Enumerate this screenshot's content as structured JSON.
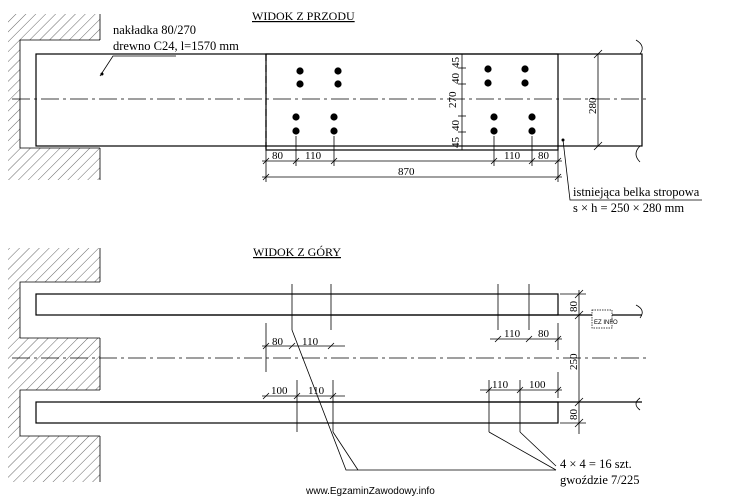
{
  "front_view": {
    "title": "WIDOK Z PRZODU",
    "overlay_label_line1": "nakładka  80/270",
    "overlay_label_line2": "drewno C24, l=1570 mm",
    "beam_label_line1": "istniejąca belka stropowa",
    "beam_label_line2": "s × h = 250 × 280 mm",
    "dims": {
      "left_80": "80",
      "left_110": "110",
      "right_110": "110",
      "right_80": "80",
      "total_870": "870",
      "v_40": "40",
      "v_45_top": "45",
      "v_270": "270",
      "v_45_bottom": "45",
      "v_40_bottom": "40",
      "v_280": "280"
    }
  },
  "top_view": {
    "title": "WIDOK Z GÓRY",
    "dims": {
      "upper_left_80": "80",
      "upper_left_110": "110",
      "upper_right_110": "110",
      "upper_right_80": "80",
      "lower_left_100": "100",
      "lower_left_110": "110",
      "lower_right_110": "110",
      "lower_right_100": "100",
      "v_80_top": "80",
      "v_250": "250",
      "v_80_bottom": "80"
    },
    "nails_label_line1": "4 × 4 = 16 szt.",
    "nails_label_line2": "gwoździe 7/225"
  },
  "logo_text": "EZ INFO",
  "watermark": "www.EgzaminZawodowy.info"
}
